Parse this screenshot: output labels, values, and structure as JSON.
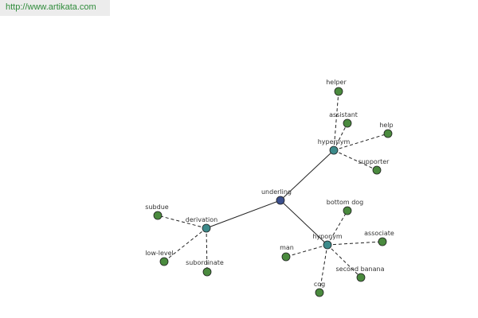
{
  "header": {
    "url": "http://www.artikata.com"
  },
  "colors": {
    "root": "#3b4f8c",
    "relation": "#3c8a8a",
    "leaf": "#4a8a3e"
  },
  "graph": {
    "nodes": [
      {
        "id": "underling",
        "label": "underling",
        "kind": "root"
      },
      {
        "id": "hypernym",
        "label": "hypernym",
        "kind": "relation"
      },
      {
        "id": "hyponym",
        "label": "hyponym",
        "kind": "relation"
      },
      {
        "id": "derivation",
        "label": "derivation",
        "kind": "relation"
      },
      {
        "id": "helper",
        "label": "helper",
        "kind": "leaf"
      },
      {
        "id": "assistant",
        "label": "assistant",
        "kind": "leaf"
      },
      {
        "id": "help",
        "label": "help",
        "kind": "leaf"
      },
      {
        "id": "supporter",
        "label": "supporter",
        "kind": "leaf"
      },
      {
        "id": "bottom-dog",
        "label": "bottom dog",
        "kind": "leaf"
      },
      {
        "id": "associate",
        "label": "associate",
        "kind": "leaf"
      },
      {
        "id": "man",
        "label": "man",
        "kind": "leaf"
      },
      {
        "id": "second-banana",
        "label": "second banana",
        "kind": "leaf"
      },
      {
        "id": "cog",
        "label": "cog",
        "kind": "leaf"
      },
      {
        "id": "subdue",
        "label": "subdue",
        "kind": "leaf"
      },
      {
        "id": "low-level",
        "label": "low-level",
        "kind": "leaf"
      },
      {
        "id": "subordinate",
        "label": "subordinate",
        "kind": "leaf"
      }
    ],
    "edges": [
      {
        "from": "underling",
        "to": "hypernym",
        "style": "solid"
      },
      {
        "from": "underling",
        "to": "hyponym",
        "style": "solid"
      },
      {
        "from": "underling",
        "to": "derivation",
        "style": "solid"
      },
      {
        "from": "hypernym",
        "to": "helper",
        "style": "dashed"
      },
      {
        "from": "hypernym",
        "to": "assistant",
        "style": "dashed"
      },
      {
        "from": "hypernym",
        "to": "help",
        "style": "dashed"
      },
      {
        "from": "hypernym",
        "to": "supporter",
        "style": "dashed"
      },
      {
        "from": "hyponym",
        "to": "bottom-dog",
        "style": "dashed"
      },
      {
        "from": "hyponym",
        "to": "associate",
        "style": "dashed"
      },
      {
        "from": "hyponym",
        "to": "man",
        "style": "dashed"
      },
      {
        "from": "hyponym",
        "to": "second-banana",
        "style": "dashed"
      },
      {
        "from": "hyponym",
        "to": "cog",
        "style": "dashed"
      },
      {
        "from": "derivation",
        "to": "subdue",
        "style": "dashed"
      },
      {
        "from": "derivation",
        "to": "low-level",
        "style": "dashed"
      },
      {
        "from": "derivation",
        "to": "subordinate",
        "style": "dashed"
      }
    ]
  }
}
